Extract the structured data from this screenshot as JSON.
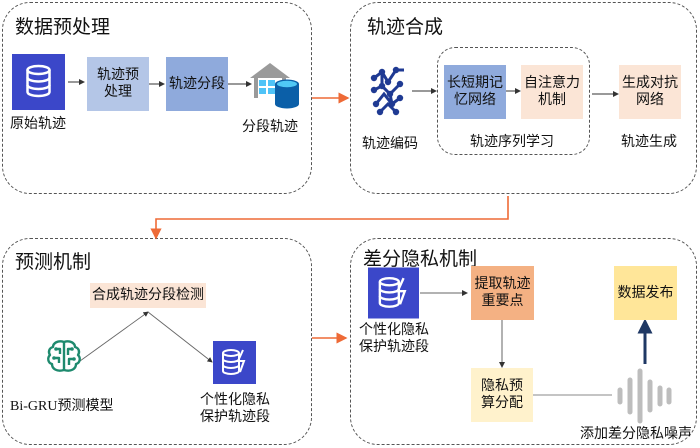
{
  "colors": {
    "panel_border": "#555555",
    "flow_arrow": "#EE6A36",
    "arrow": "#333333",
    "db_blue": "#3B47C9",
    "box_light_blue": "#B4C6E7",
    "box_mid_blue": "#8FAADC",
    "box_peach": "#FBE5D6",
    "box_orange": "#F4B183",
    "box_light_yellow": "#FFF2CC",
    "box_yellow": "#FFE699",
    "network_navy": "#1F3A93",
    "brain_green": "#1E8A6E",
    "noise_gray": "#BDBDBD",
    "up_arrow_navy": "#1F3864"
  },
  "panels": {
    "preprocess": {
      "title": "数据预处理",
      "raw_label": "原始轨迹",
      "step1": "轨迹预处理",
      "step1_lines": [
        "轨迹预",
        "处理"
      ],
      "step2": "轨迹分段",
      "segmented_label": "分段轨迹"
    },
    "synthesis": {
      "title": "轨迹合成",
      "encode_label": "轨迹编码",
      "lstm_lines": [
        "长短期记",
        "忆网络"
      ],
      "attention_lines": [
        "自注意力",
        "机制"
      ],
      "seq_learning_label": "轨迹序列学习",
      "gan_lines": [
        "生成对抗",
        "网络"
      ],
      "gen_label": "轨迹生成"
    },
    "prediction": {
      "title": "预测机制",
      "detect_box": "合成轨迹分段检测",
      "model_label": "Bi-GRU预测模型",
      "protected_lines": [
        "个性化隐私",
        "保护轨迹段"
      ]
    },
    "dp": {
      "title": "差分隐私机制",
      "protected_lines": [
        "个性化隐私",
        "保护轨迹段"
      ],
      "extract_lines": [
        "提取轨迹",
        "重要点"
      ],
      "budget_lines": [
        "隐私预",
        "算分配"
      ],
      "publish": "数据发布",
      "noise_label": "添加差分隐私噪声"
    }
  }
}
